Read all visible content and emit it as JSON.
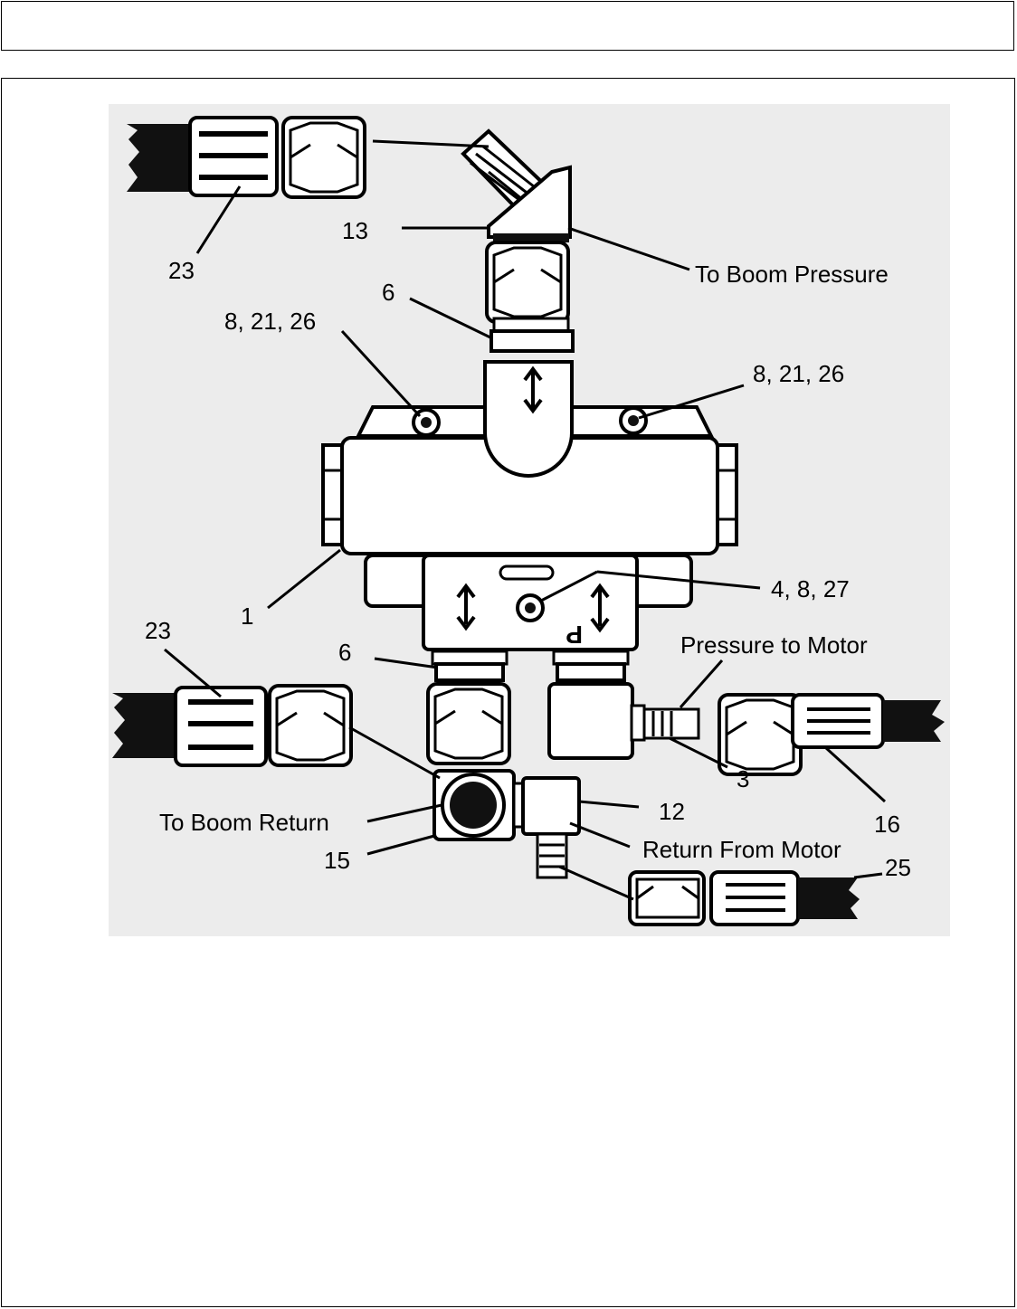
{
  "header": {
    "text": ""
  },
  "labels": {
    "l23_top": "23",
    "l13": "13",
    "boom_pressure": "To Boom Pressure",
    "l6_top": "6",
    "l8_left": "8, 21, 26",
    "l8_right": "8, 21, 26",
    "l1": "1",
    "l4": "4, 8, 27",
    "l23_bottom": "23",
    "l6_bottom": "6",
    "pressure_motor": "Pressure to Motor",
    "l3": "3",
    "l16": "16",
    "l12": "12",
    "boom_return": "To Boom Return",
    "return_motor": "Return From Motor",
    "l15": "15",
    "l25": "25",
    "valve_mark": "P"
  },
  "colors": {
    "ink": "#000000",
    "paper": "#ffffff",
    "background": "#e8e8e8"
  }
}
